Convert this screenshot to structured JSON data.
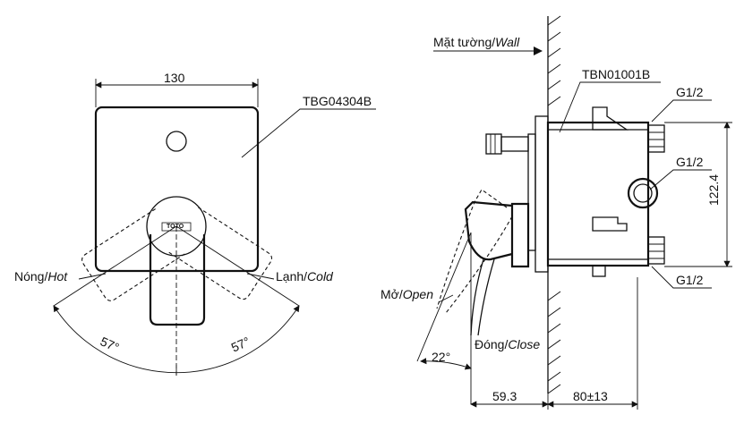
{
  "front_view": {
    "width_dim": "130",
    "plate_code": "TBG04304B",
    "hot_label": "Nóng/",
    "hot_label_en": "Hot",
    "cold_label": "Lạnh/",
    "cold_label_en": "Cold",
    "angle_left": "57°",
    "angle_right": "57°",
    "logo_text": "TOTO"
  },
  "side_view": {
    "wall_label": "Mặt tường/",
    "wall_label_en": "Wall",
    "body_code": "TBN01001B",
    "port_top": "G1/2",
    "port_mid": "G1/2",
    "port_bottom": "G1/2",
    "height_dim": "122.4",
    "open_label": "Mở/",
    "open_label_en": "Open",
    "close_label": "Đóng/",
    "close_label_en": "Close",
    "open_angle": "22°",
    "depth_front": "59.3",
    "depth_wall": "80±13"
  }
}
